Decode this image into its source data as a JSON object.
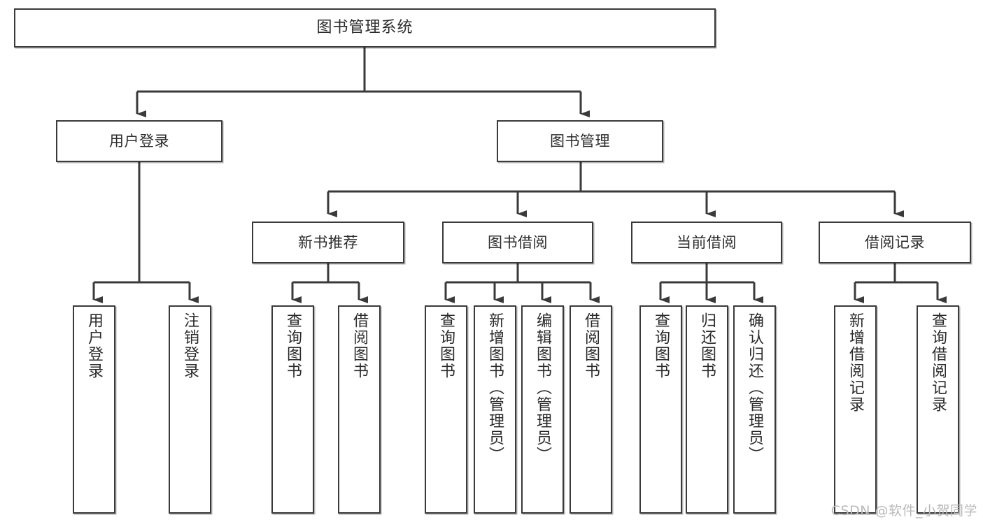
{
  "diagram": {
    "kind": "tree-diagram",
    "root": {
      "id": "root",
      "label": "图书管理系统"
    },
    "level2": [
      {
        "id": "user-login",
        "label": "用户登录"
      },
      {
        "id": "book-manage",
        "label": "图书管理"
      }
    ],
    "level3": [
      {
        "id": "new-book-rec",
        "label": "新书推荐"
      },
      {
        "id": "book-borrow",
        "label": "图书借阅"
      },
      {
        "id": "current-borrow",
        "label": "当前借阅"
      },
      {
        "id": "borrow-record",
        "label": "借阅记录"
      }
    ],
    "leaves": {
      "user_login": [
        {
          "id": "leaf-user-login",
          "label": "用户登录"
        },
        {
          "id": "leaf-logout",
          "label": "注销登录"
        }
      ],
      "new_book_rec": [
        {
          "id": "leaf-query-book-1",
          "label": "查询图书"
        },
        {
          "id": "leaf-borrow-book-1",
          "label": "借阅图书"
        }
      ],
      "book_borrow": [
        {
          "id": "leaf-query-book-2",
          "label": "查询图书"
        },
        {
          "id": "leaf-add-book",
          "label": "新增图书（管理员）"
        },
        {
          "id": "leaf-edit-book",
          "label": "编辑图书（管理员）"
        },
        {
          "id": "leaf-borrow-book-2",
          "label": "借阅图书"
        }
      ],
      "current_borrow": [
        {
          "id": "leaf-query-book-3",
          "label": "查询图书"
        },
        {
          "id": "leaf-return-book",
          "label": "归还图书"
        },
        {
          "id": "leaf-confirm-return",
          "label": "确认归还（管理员）"
        }
      ],
      "borrow_record": [
        {
          "id": "leaf-add-record",
          "label": "新增借阅记录"
        },
        {
          "id": "leaf-query-record",
          "label": "查询借阅记录"
        }
      ]
    }
  },
  "watermark": {
    "text": "CSDN @软件_小贺同学"
  },
  "colors": {
    "stroke": "#3a3a3a",
    "box_fill": "#ffffff",
    "text": "#2b2b2b",
    "watermark": "#b9b9b9",
    "background": "#ffffff"
  }
}
